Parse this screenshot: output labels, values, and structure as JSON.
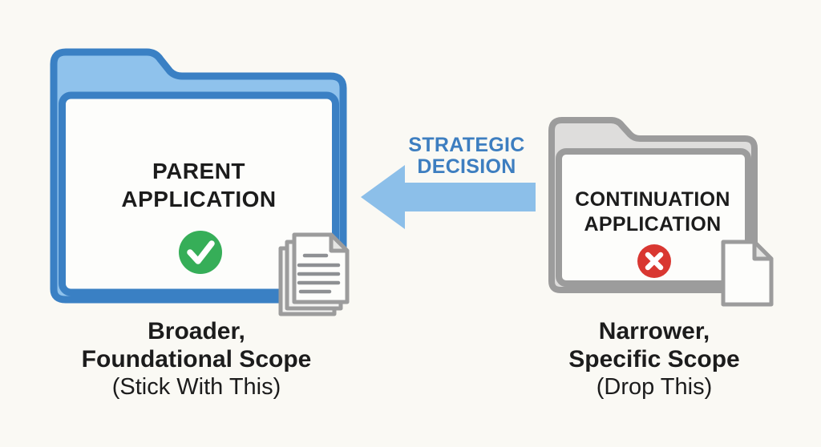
{
  "colors": {
    "background": "#faf9f4",
    "blue_accent": "#3a80c4",
    "light_blue": "#8fc2ec",
    "arrow_blue": "#8cbfe9",
    "label_blue": "#3d7ec0",
    "gray_accent": "#9c9c9c",
    "light_gray": "#dedddc",
    "green": "#36ae58",
    "red": "#d93731",
    "text_dark": "#1c1c1c"
  },
  "left_folder": {
    "title_line1": "PARENT",
    "title_line2": "APPLICATION",
    "status_icon": "check-circle-icon",
    "attachment_icon": "document-stack-icon",
    "caption_line1": "Broader,",
    "caption_line2": "Foundational Scope",
    "caption_line3": "(Stick With This)"
  },
  "right_folder": {
    "title_line1": "CONTINUATION",
    "title_line2": "APPLICATION",
    "status_icon": "x-circle-icon",
    "attachment_icon": "document-icon",
    "caption_line1": "Narrower,",
    "caption_line2": "Specific Scope",
    "caption_line3": "(Drop This)"
  },
  "arrow": {
    "direction": "left",
    "label_line1": "STRATEGIC",
    "label_line2": "DECISION"
  }
}
